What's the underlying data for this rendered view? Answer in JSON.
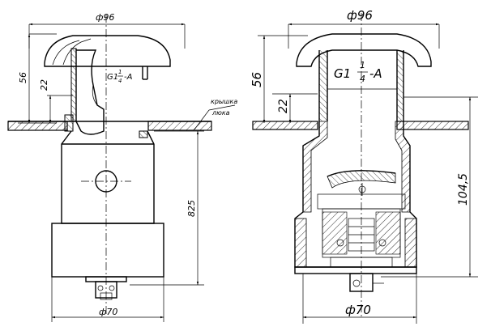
{
  "left_view": {
    "dim_top_diameter": "ф96",
    "dim_bottom_diameter": "ф70",
    "dim_height_56": "56",
    "dim_height_22": "22",
    "dim_height_825": "825",
    "thread_label": {
      "prefix": "G1",
      "numerator": "1",
      "denominator": "4",
      "suffix": "-A"
    },
    "leader_label_line1": "крышка",
    "leader_label_line2": "люка"
  },
  "right_view": {
    "dim_top_diameter": "ф96",
    "dim_bottom_diameter": "ф70",
    "dim_height_56": "56",
    "dim_height_22": "22",
    "dim_height_total": "104,5",
    "thread_label": {
      "prefix": "G1",
      "numerator": "1",
      "denominator": "4",
      "suffix": "-A"
    }
  }
}
